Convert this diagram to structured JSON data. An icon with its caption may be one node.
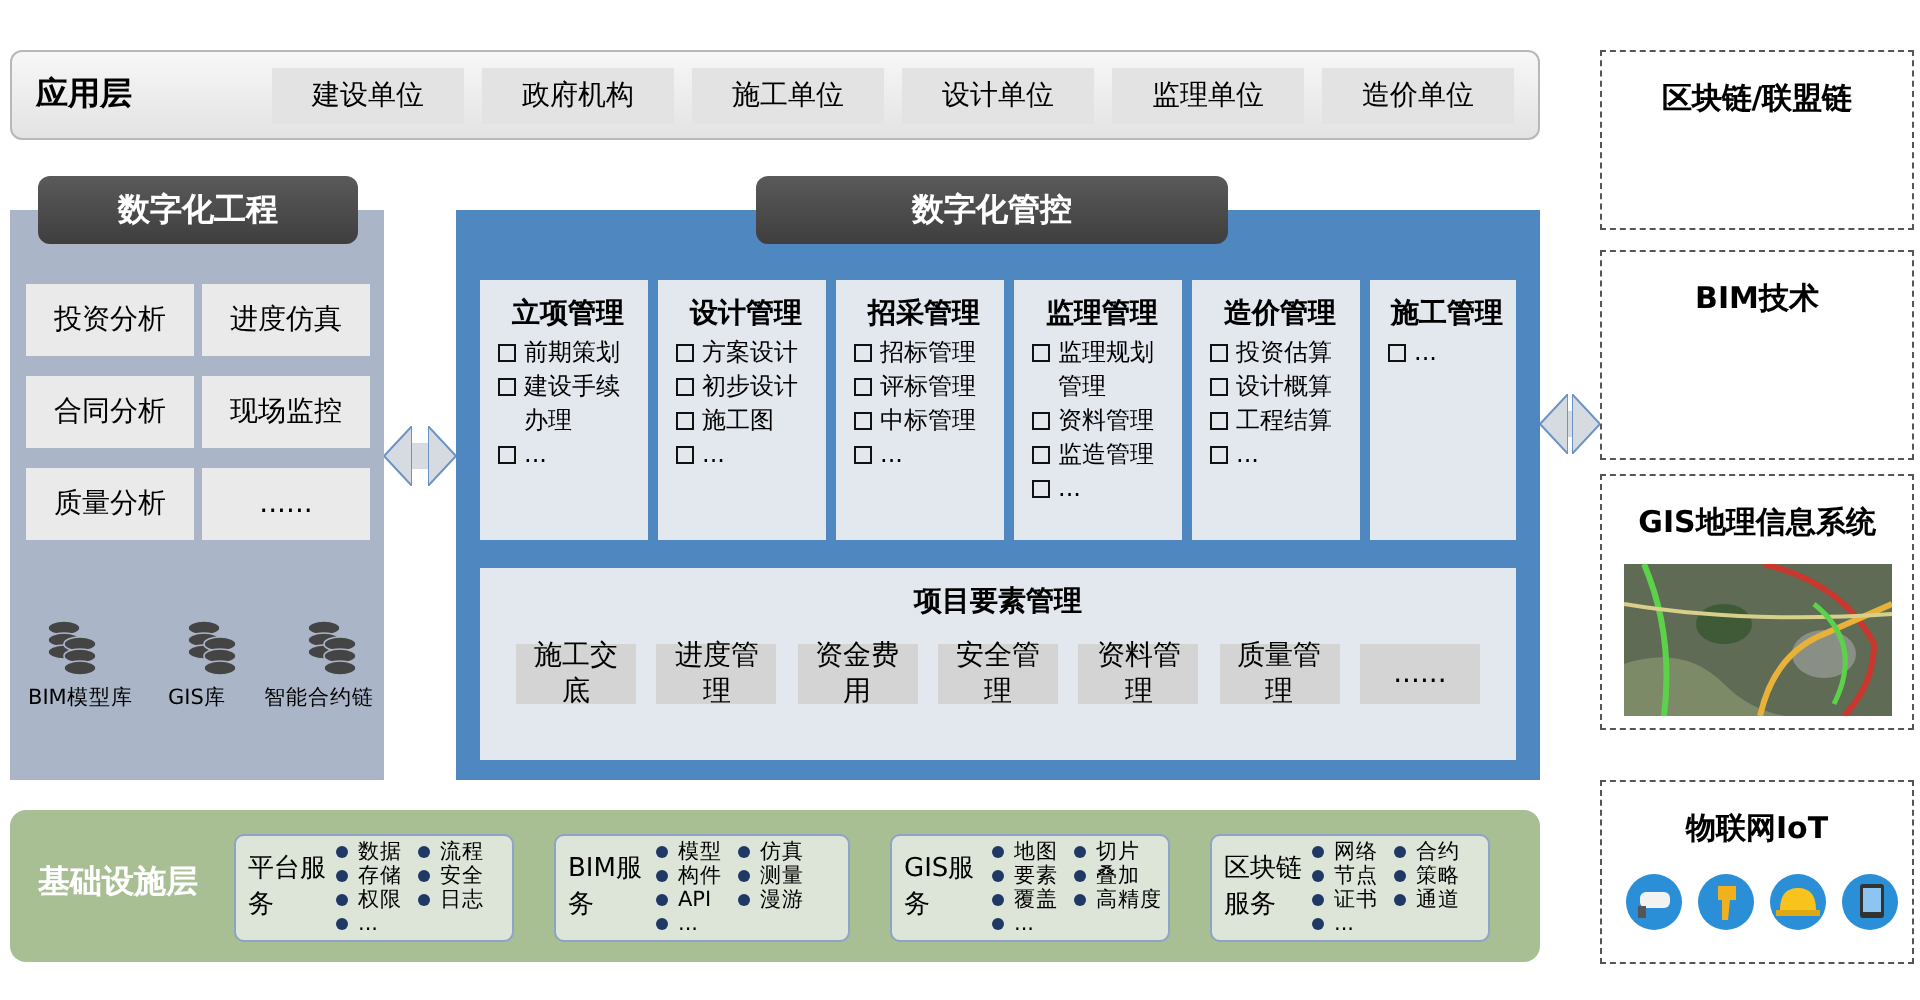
{
  "diagram": {
    "nodes": [
      {
        "text": [
          "应用层"
        ]
      },
      {
        "text": [
          "建设单位"
        ],
        "in": 0
      },
      {
        "text": [
          "政府机构"
        ],
        "in": 0
      },
      {
        "text": [
          "施工单位"
        ],
        "in": 0
      },
      {
        "text": [
          "设计单位"
        ],
        "in": 0
      },
      {
        "text": [
          "监理单位"
        ],
        "in": 0
      },
      {
        "text": [
          "造价单位"
        ],
        "in": 0
      },
      {
        "text": [
          "数字化工程"
        ]
      },
      {
        "text": [
          "投资分析"
        ],
        "in": 7
      },
      {
        "text": [
          "进度仿真"
        ],
        "in": 7
      },
      {
        "text": [
          "合同分析"
        ],
        "in": 7
      },
      {
        "text": [
          "现场监控"
        ],
        "in": 7
      },
      {
        "text": [
          "质量分析"
        ],
        "in": 7
      },
      {
        "text": [
          "......"
        ],
        "in": 7
      },
      {
        "text": [
          "数字化管控"
        ]
      },
      {
        "text": [
          "立项管理",
          "前期策划",
          "建设手续办理",
          "..."
        ],
        "in": 14
      },
      {
        "text": [
          "设计管理",
          "方案设计",
          "初步设计",
          "施工图",
          "..."
        ],
        "in": 14
      },
      {
        "text": [
          "招采管理",
          "招标管理",
          "评标管理",
          "中标管理",
          "..."
        ],
        "in": 14
      },
      {
        "text": [
          "监理管理",
          "监理规划管理",
          "资料管理",
          "监造管理",
          "..."
        ],
        "in": 14
      },
      {
        "text": [
          "造价管理",
          "投资估算",
          "设计概算",
          "工程结算",
          "..."
        ],
        "in": 14
      },
      {
        "text": [
          "施工管理",
          "..."
        ],
        "in": 14
      },
      {
        "text": [
          "项目要素管理"
        ],
        "in": 14
      },
      {
        "text": [
          "施工交底"
        ],
        "in": 21
      },
      {
        "text": [
          "进度管理"
        ],
        "in": 21
      },
      {
        "text": [
          "资金费用"
        ],
        "in": 21
      },
      {
        "text": [
          "安全管理"
        ],
        "in": 21
      },
      {
        "text": [
          "资料管理"
        ],
        "in": 21
      },
      {
        "text": [
          "质量管理"
        ],
        "in": 21
      },
      {
        "text": [
          "......"
        ],
        "in": 21
      },
      {
        "text": [
          "基础设施层"
        ]
      },
      {
        "text": [
          "平台服务",
          "数据",
          "存储",
          "权限",
          "...",
          "流程",
          "安全",
          "日志"
        ],
        "in": 29
      },
      {
        "text": [
          "BIM服务",
          "模型",
          "构件",
          "API",
          "...",
          "仿真",
          "测量",
          "漫游"
        ],
        "in": 29
      },
      {
        "text": [
          "GIS服务",
          "地图",
          "要素",
          "覆盖",
          "...",
          "切片",
          "叠加",
          "高精度"
        ],
        "in": 29
      },
      {
        "text": [
          "区块链服务",
          "网络",
          "节点",
          "证书",
          "...",
          "合约",
          "策略",
          "通道"
        ],
        "in": 29
      },
      {
        "text": [
          "区块链/联盟链"
        ]
      },
      {
        "text": [
          "BIM技术"
        ]
      },
      {
        "text": [
          "GIS地理信息系统"
        ]
      },
      {
        "text": [
          "物联网IoT"
        ]
      }
    ],
    "edges": [
      {
        "from": 7,
        "to": 14,
        "arrow": "both"
      },
      {
        "from": 14,
        "to": 35,
        "arrow": "both"
      }
    ],
    "labels": [
      "BIM模型库",
      "GIS库",
      "智能合约链"
    ]
  }
}
